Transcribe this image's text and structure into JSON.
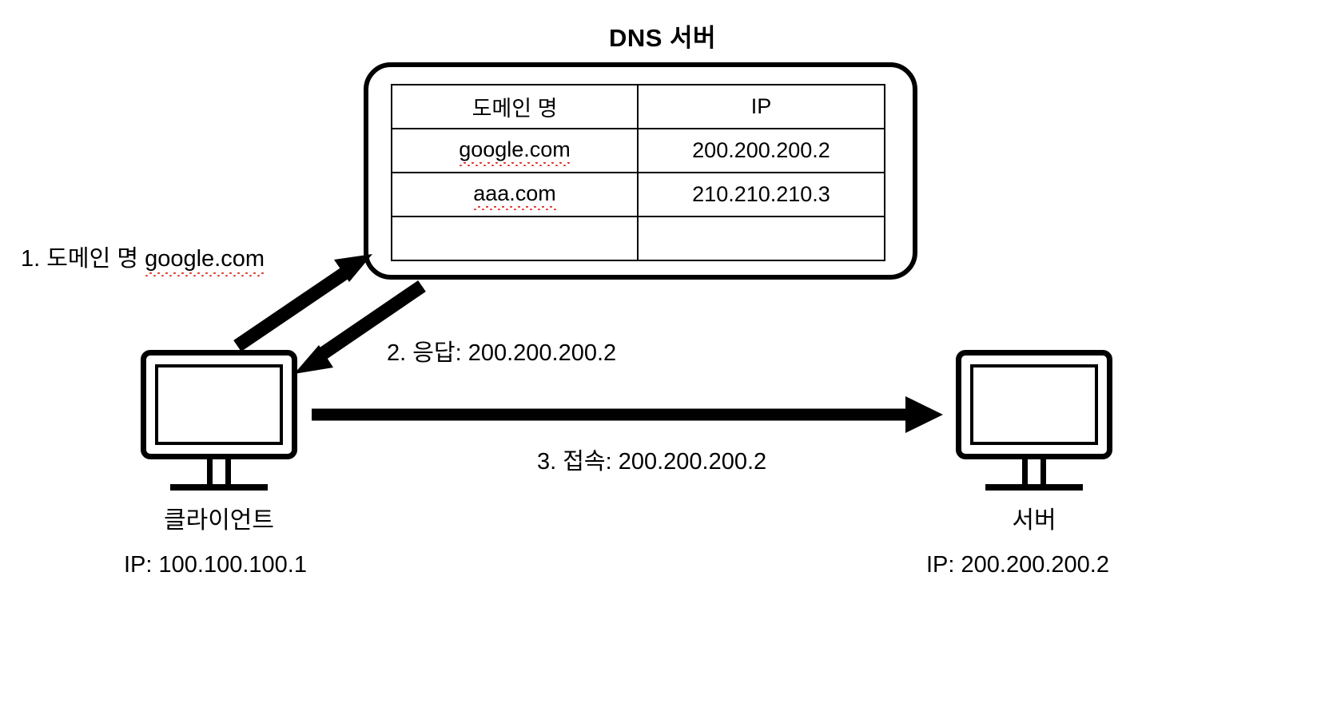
{
  "diagram": {
    "title": "DNS 서버",
    "dns_server": {
      "title": "DNS 서버",
      "table": {
        "headers": [
          "도메인 명",
          "IP"
        ],
        "rows": [
          {
            "domain": "google.com",
            "ip": "200.200.200.2",
            "misspelled": true
          },
          {
            "domain": "aaa.com",
            "ip": "210.210.210.3",
            "misspelled": true
          },
          {
            "domain": "",
            "ip": "",
            "misspelled": false
          }
        ]
      }
    },
    "steps": [
      {
        "number": "1.",
        "text": "1. 도메인 명 google.com",
        "prefix": "1. 도메인 명 ",
        "value": "google.com",
        "misspelled": true
      },
      {
        "number": "2.",
        "text": "2. 응답: 200.200.200.2"
      },
      {
        "number": "3.",
        "text": "3. 접속: 200.200.200.2"
      }
    ],
    "nodes": [
      {
        "id": "client",
        "name": "클라이언트",
        "ip_label": "IP: 100.100.100.1"
      },
      {
        "id": "server",
        "name": "서버",
        "ip_label": "IP:  200.200.200.2"
      }
    ],
    "colors": {
      "stroke": "#000000",
      "background": "#ffffff",
      "spellcheck_underline": "#e03026"
    }
  }
}
